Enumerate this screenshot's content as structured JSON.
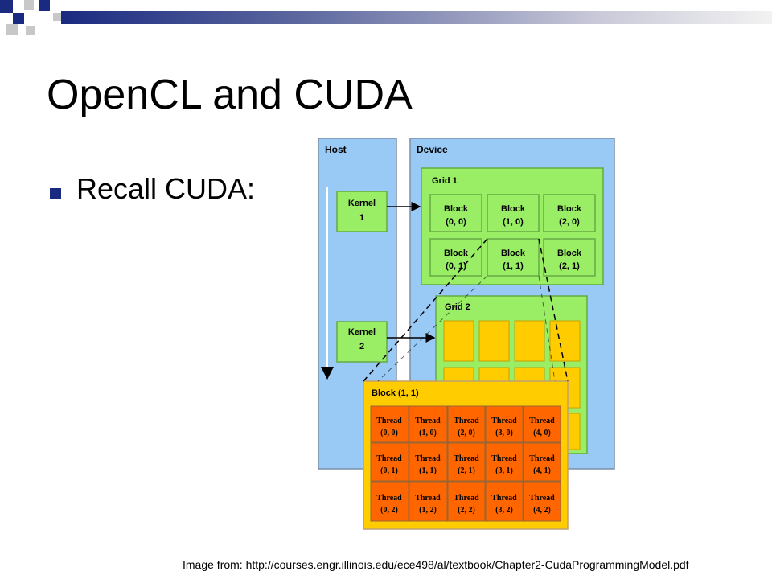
{
  "slide": {
    "title": "OpenCL and CUDA",
    "bullet": "Recall CUDA:",
    "caption": "Image from:  http://courses.engr.illinois.edu/ece498/al/textbook/Chapter2-CudaProgrammingModel.pdf"
  },
  "colors": {
    "navy": "#1a2a80",
    "gray": "#c8c8c8",
    "host_fill": "#99c9f5",
    "grid_fill": "#99ee66",
    "block_fill": "#ffcc00",
    "thread_fill": "#ff6600"
  },
  "diagram": {
    "host_label": "Host",
    "device_label": "Device",
    "kernel1": [
      "Kernel",
      "1"
    ],
    "kernel2": [
      "Kernel",
      "2"
    ],
    "grid1_label": "Grid 1",
    "grid2_label": "Grid 2",
    "blocks": [
      [
        "Block",
        "(0, 0)"
      ],
      [
        "Block",
        "(1, 0)"
      ],
      [
        "Block",
        "(2, 0)"
      ],
      [
        "Block",
        "(0, 1)"
      ],
      [
        "Block",
        "(1, 1)"
      ],
      [
        "Block",
        "(2, 1)"
      ]
    ],
    "zoom_label": "Block (1, 1)",
    "threads": [
      [
        "Thread",
        "(0, 0)"
      ],
      [
        "Thread",
        "(1, 0)"
      ],
      [
        "Thread",
        "(2, 0)"
      ],
      [
        "Thread",
        "(3, 0)"
      ],
      [
        "Thread",
        "(4, 0)"
      ],
      [
        "Thread",
        "(0, 1)"
      ],
      [
        "Thread",
        "(1, 1)"
      ],
      [
        "Thread",
        "(2, 1)"
      ],
      [
        "Thread",
        "(3, 1)"
      ],
      [
        "Thread",
        "(4, 1)"
      ],
      [
        "Thread",
        "(0, 2)"
      ],
      [
        "Thread",
        "(1, 2)"
      ],
      [
        "Thread",
        "(2, 2)"
      ],
      [
        "Thread",
        "(3, 2)"
      ],
      [
        "Thread",
        "(4, 2)"
      ]
    ]
  }
}
